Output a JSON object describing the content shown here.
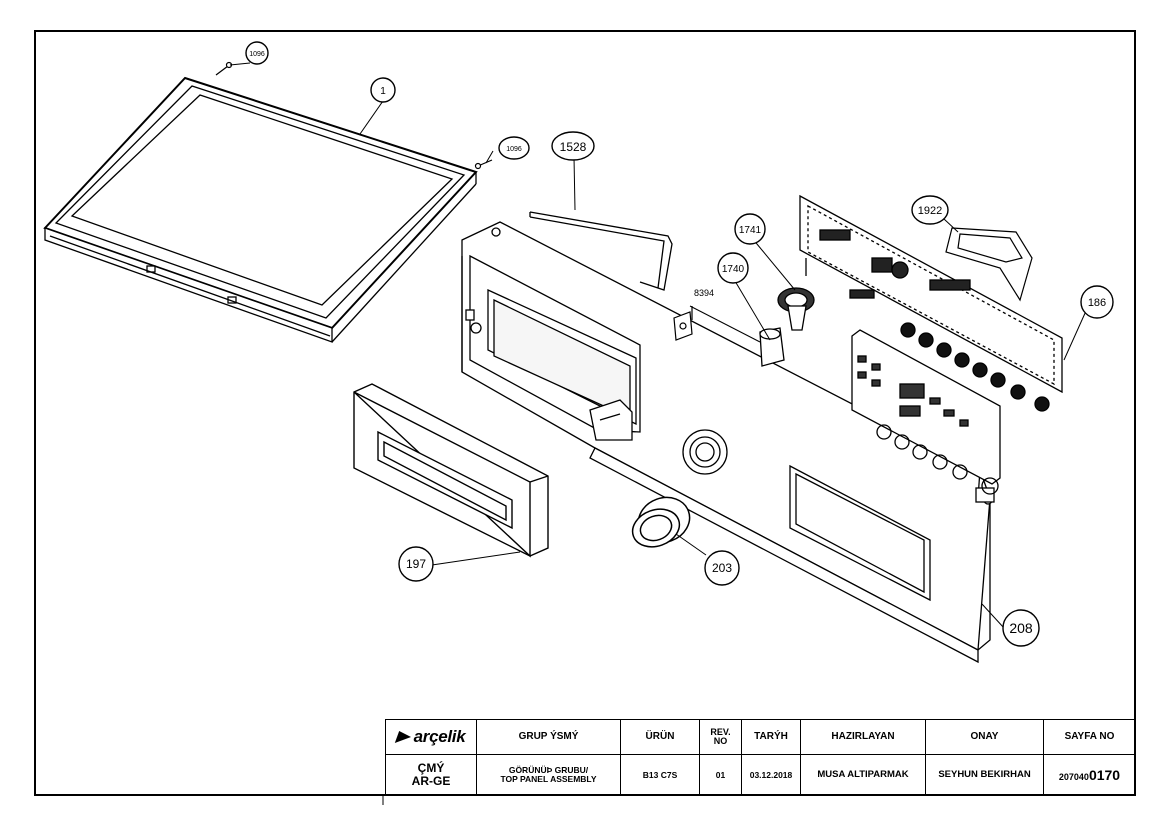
{
  "callouts": {
    "c1096a": "1096",
    "c1": "1",
    "c1096b": "1096",
    "c1528": "1528",
    "c1741": "1741",
    "c1740": "1740",
    "c8394": "8394",
    "c1922": "1922",
    "c186": "186",
    "c197": "197",
    "c203": "203",
    "c208": "208"
  },
  "title_block": {
    "logo": "arçelik",
    "headers": {
      "group_name": "GRUP ÝSMÝ",
      "product": "ÜRÜN",
      "rev_no_line1": "REV.",
      "rev_no_line2": "NO",
      "date": "TARÝH",
      "prepared_by": "HAZIRLAYAN",
      "approval": "ONAY",
      "page_no": "SAYFA NO"
    },
    "values": {
      "department_line1": "ÇMÝ",
      "department_line2": "AR-GE",
      "group_name_line1": "GÖRÜNÜÞ GRUBU/",
      "group_name_line2": "TOP PANEL ASSEMBLY",
      "product": "B13 C7S",
      "rev_no": "01",
      "date": "03.12.2018",
      "prepared_by": "MUSA ALTIPARMAK",
      "approval": "SEYHUN BEKIRHAN",
      "page_no_prefix": "207040",
      "page_no_suffix": "0170"
    }
  }
}
